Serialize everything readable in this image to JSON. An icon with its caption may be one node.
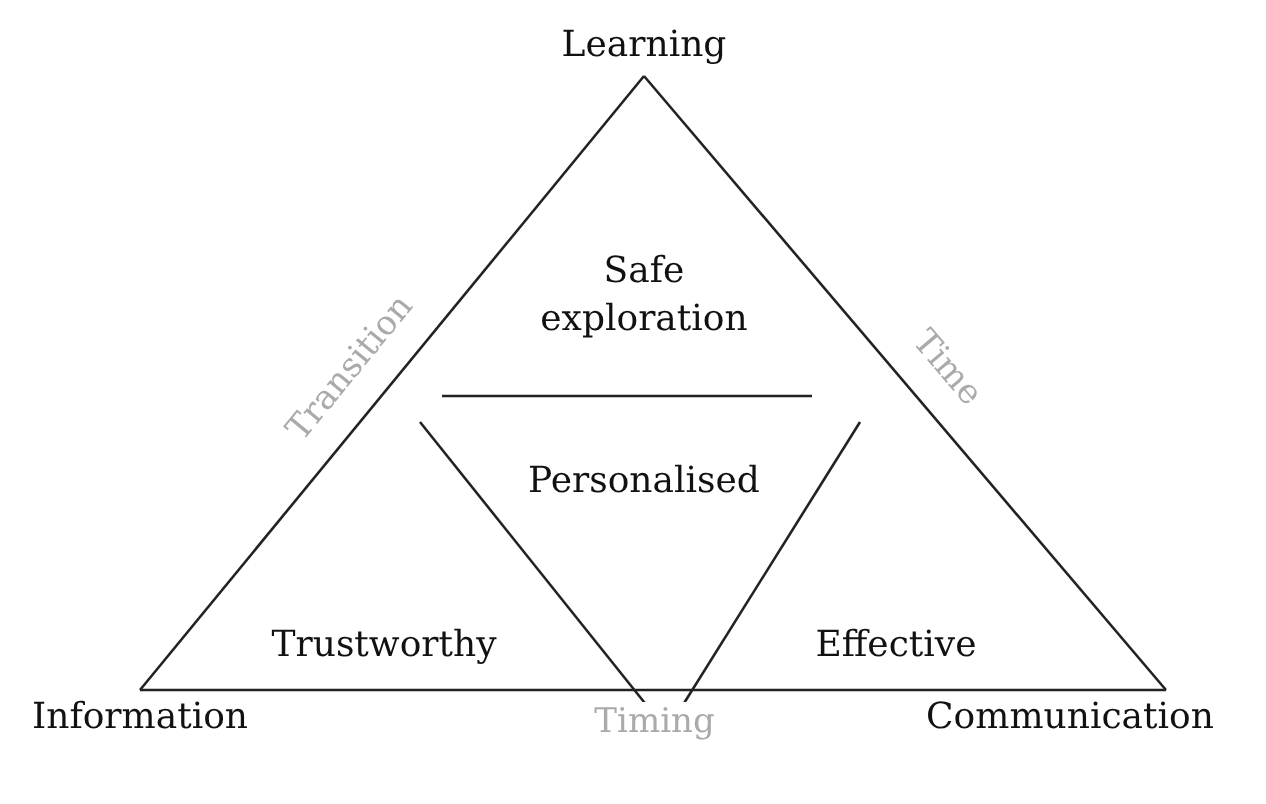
{
  "diagram": {
    "nodes": [
      {
        "text": [
          "Learning"
        ]
      },
      {
        "text": [
          "Information"
        ]
      },
      {
        "text": [
          "Communication"
        ]
      }
    ],
    "edges": [
      {
        "from": 0,
        "to": 1,
        "arrow": "none",
        "label": "Transition"
      },
      {
        "from": 0,
        "to": 2,
        "arrow": "none",
        "label": "Time"
      },
      {
        "from": 1,
        "to": 2,
        "arrow": "none",
        "label": "Timing"
      }
    ],
    "labels": [
      "Safe exploration",
      "Personalised",
      "Trustworthy",
      "Effective"
    ]
  }
}
